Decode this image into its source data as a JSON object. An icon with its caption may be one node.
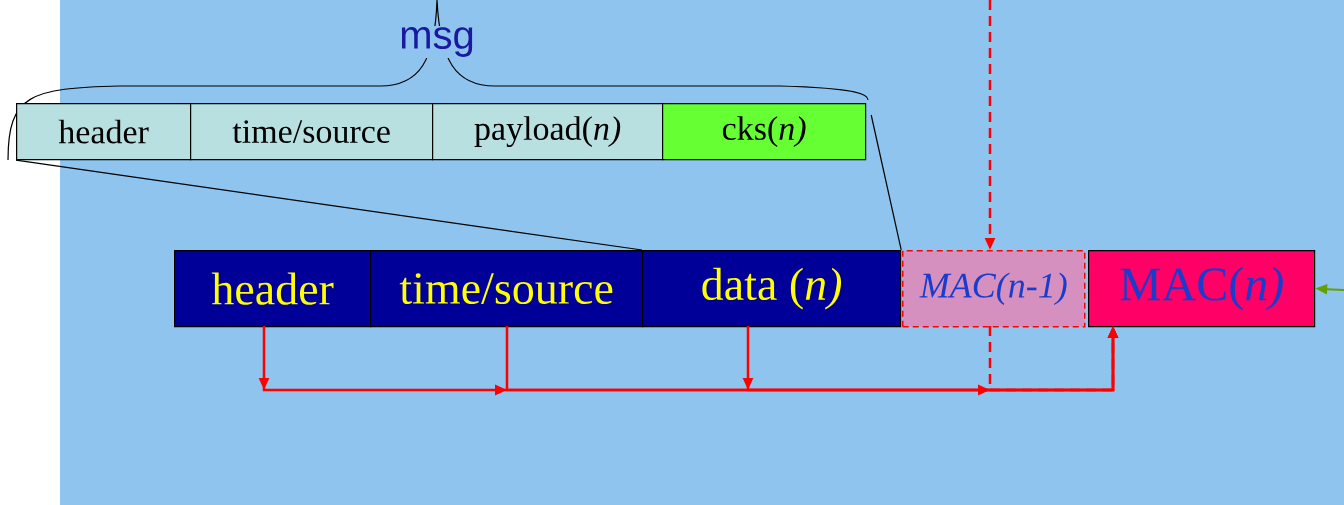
{
  "diagram": {
    "nodes": [
      {
        "text": [
          "header"
        ]
      },
      {
        "text": [
          "time/source"
        ]
      },
      {
        "text": [
          "payload(*n)*"
        ]
      },
      {
        "text": [
          "cks(*n)*"
        ]
      },
      {
        "text": [
          "header"
        ]
      },
      {
        "text": [
          "time/source"
        ]
      },
      {
        "text": [
          "data (*n)*"
        ]
      },
      {
        "text": [
          "MAC(n-1)"
        ]
      },
      {
        "text": [
          "MAC(*n)*"
        ]
      }
    ],
    "edges": [
      {
        "from": 4,
        "to": 8,
        "arrow": "to"
      },
      {
        "from": 5,
        "to": 8,
        "arrow": "to"
      },
      {
        "from": 6,
        "to": 8,
        "arrow": "to"
      },
      {
        "from": 7,
        "to": 8,
        "arrow": "to",
        "style": "dashed"
      },
      {
        "from": null,
        "to": 7,
        "arrow": "to",
        "style": "dashed"
      },
      {
        "from": null,
        "to": 8,
        "arrow": "to",
        "color": "#66a000"
      },
      {
        "from": 0,
        "to": 6,
        "arrow": "none",
        "color": "#000000"
      },
      {
        "from": 3,
        "to": 6,
        "arrow": "none",
        "color": "#000000"
      }
    ],
    "labels": [
      "msg"
    ]
  }
}
